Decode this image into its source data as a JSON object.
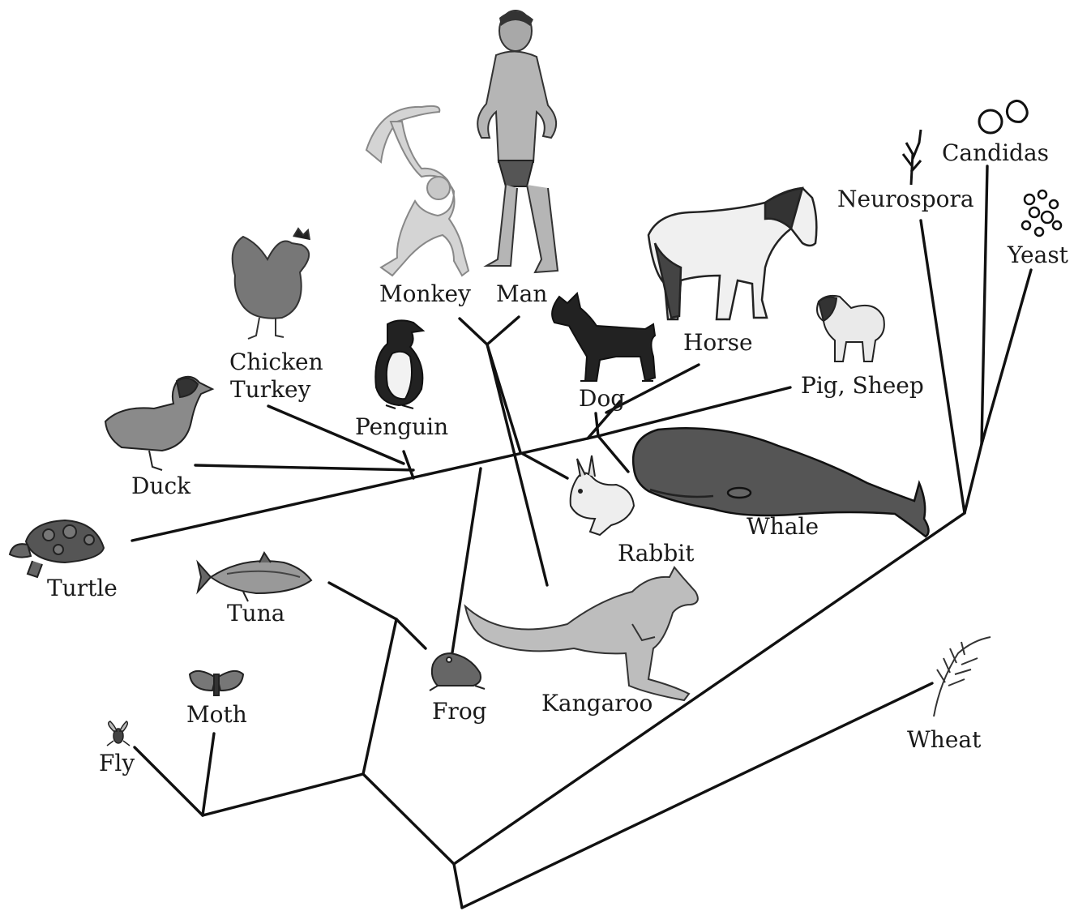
{
  "diagram": {
    "taxa": {
      "man": "Man",
      "monkey": "Monkey",
      "chicken": "Chicken",
      "turkey": "Turkey",
      "penguin": "Penguin",
      "duck": "Duck",
      "turtle": "Turtle",
      "tuna": "Tuna",
      "moth": "Moth",
      "fly": "Fly",
      "frog": "Frog",
      "kangaroo": "Kangaroo",
      "rabbit": "Rabbit",
      "dog": "Dog",
      "horse": "Horse",
      "pig_sheep": "Pig, Sheep",
      "whale": "Whale",
      "neurospora": "Neurospora",
      "candidas": "Candidas",
      "yeast": "Yeast",
      "wheat": "Wheat"
    },
    "illustrations": [
      "man-figure",
      "monkey-figure",
      "chicken-figure",
      "penguin-figure",
      "duck-figure",
      "turtle-figure",
      "tuna-figure",
      "moth-figure",
      "fly-figure",
      "frog-figure",
      "kangaroo-figure",
      "rabbit-figure",
      "dog-figure",
      "horse-figure",
      "sheep-figure",
      "whale-figure",
      "neurospora-figure",
      "candidas-figure",
      "yeast-figure",
      "wheat-figure"
    ]
  }
}
